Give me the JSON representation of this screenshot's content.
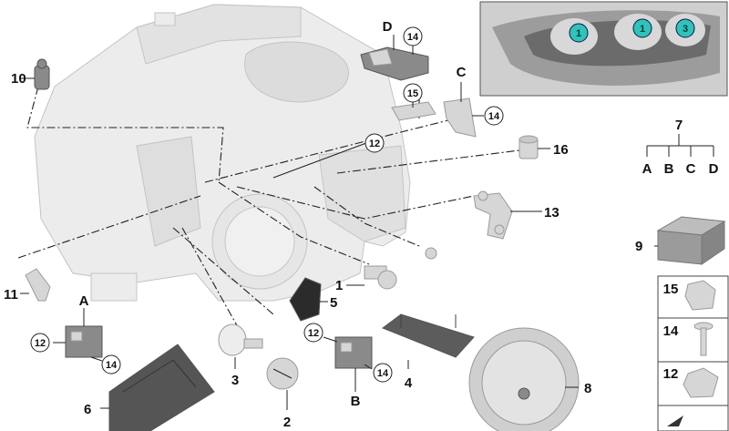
{
  "labels": {
    "n1": "1",
    "n2": "2",
    "n3": "3",
    "n4": "4",
    "n5": "5",
    "n6": "6",
    "n7": "7",
    "n8": "8",
    "n9": "9",
    "n10": "10",
    "n11": "11",
    "n12": "12",
    "n13": "13",
    "n14": "14",
    "n15": "15",
    "n16": "16",
    "A": "A",
    "B": "B",
    "C": "C",
    "D": "D"
  },
  "tree": {
    "root": "7",
    "children": [
      "A",
      "B",
      "C",
      "D"
    ]
  },
  "inset": {
    "markers": [
      "1",
      "1",
      "3"
    ],
    "marker_color": "#2fc4b8"
  },
  "side_panel": {
    "rows": [
      "15",
      "14",
      "12"
    ]
  }
}
